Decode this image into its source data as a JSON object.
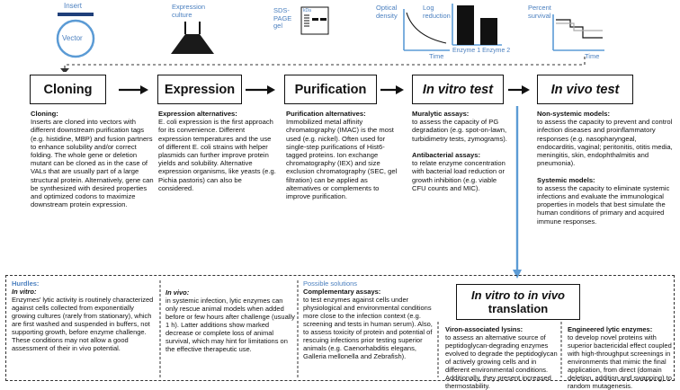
{
  "icons": {
    "insert_label": "Insert",
    "vector_label": "Vector",
    "culture_label": "Expression culture",
    "gel_label": "SDS-PAGE gel",
    "gel_kda": "kDa",
    "od_label": "Optical density",
    "od_time": "Time",
    "log_label": "Log reduction",
    "enzyme_labels": "Enzyme 1 Enzyme 2",
    "survival_label": "Percent survival",
    "survival_time": "Time"
  },
  "stages": {
    "cloning": "Cloning",
    "expression": "Expression",
    "purification": "Purification",
    "in_vitro": "In vitro test",
    "in_vivo": "In vivo test",
    "translation_line1": "In vitro to in vivo",
    "translation_line2": "translation"
  },
  "cloning": {
    "heading": "Cloning:",
    "text": "Inserts are cloned into vectors with different downstream purification tags (e.g. histidine, MBP) and fusion partners to enhance solubility and/or correct folding. The whole gene or deletion mutant can be cloned as in the case of VALs that are usually part of a large structural protein. Alternatively, gene can be synthesized with desired properties and optimized codons to maximize downstream protein expression."
  },
  "expression": {
    "heading": "Expression alternatives:",
    "text": "E. coli expression is the first approach for its convenience. Different expression temperatures and the use of different E. coli strains with helper plasmids can further improve protein yields and solubility. Alternative expression organisms, like yeasts (e.g. Pichia pastoris) can also be considered."
  },
  "purification": {
    "heading": "Purification alternatives:",
    "text": "Immobilized metal affinity chromatography (IMAC) is the most used (e.g. nickel). Often used for single-step purifications of Hist6-tagged proteins. Ion exchange chromatography (IEX) and size exclusion chromatography (SEC, gel filtration) can be applied as alternatives or complements to improve purification."
  },
  "in_vitro": {
    "muralytic_heading": "Muralytic assays:",
    "muralytic_text": "to assess the capacity of PG degradation (e.g. spot-on-lawn, turbidimetry tests, zymograms).",
    "antibacterial_heading": "Antibacterial assays:",
    "antibacterial_text": "to relate enzyme concentration with bacterial load reduction or growth inhibition (e.g. viable CFU counts and MIC)."
  },
  "in_vivo": {
    "nonsystemic_heading": "Non-systemic models:",
    "nonsystemic_text": "to assess the capacity to prevent and control infection diseases and proinflammatory responses (e.g. nasopharyngeal, endocarditis, vaginal; peritonitis, otitis media, meningitis, skin, endophthalmitis and pneumonia).",
    "systemic_heading": "Systemic models:",
    "systemic_text": "to assess the capacity to eliminate systemic infections and evaluate the immunological properties in models that best simulate the human conditions of primary and acquired immune responses."
  },
  "hurdles": {
    "title": "Hurdles:",
    "in_vitro_heading": "In vitro:",
    "in_vitro_text": "Enzymes' lytic activity is routinely characterized against cells collected from exponentially growing cultures (rarely from stationary), which are first washed and suspended in buffers, not supporting growth, before enzyme challenge. These conditions may not allow a good assessment of their in vivo potential.",
    "in_vivo_heading": "In vivo:",
    "in_vivo_text": "in systemic infection, lytic enzymes can only rescue animal models when added before or few hours after challenge (usually 1 h). Latter additions show marked decrease or complete loss of animal survival, which may hint for limitations on the effective therapeutic use."
  },
  "solutions": {
    "title": "Possible solutions",
    "complementary_heading": "Complementary assays:",
    "complementary_text": "to test enzymes against cells under physiological and environmental conditions more close to the infection context (e.g. screening and tests in human serum). Also, to assess toxicity of protein and potential of rescuing infections prior testing superior animals (e.g. Caenorhabditis elegans, Galleria mellonella and Zebrafish).",
    "viron_heading": "Viron-associated lysins:",
    "viron_text": "to assess an alternative source of peptidoglycan-degrading enzymes evolved to degrade the peptidoglycan of actively growing cells and in different environmental conditions. Additionally, they present increased thermostability.",
    "engineered_heading": "Engineered lytic enzymes:",
    "engineered_text": "to develop novel proteins with superior bactericidal effect coupled with high-throughput screenings in environments that mimic the final application, from direct (domain deletion, addition and swapping) to random mutagenesis."
  },
  "colors": {
    "accent": "#4a7fbf",
    "text": "#111111"
  }
}
